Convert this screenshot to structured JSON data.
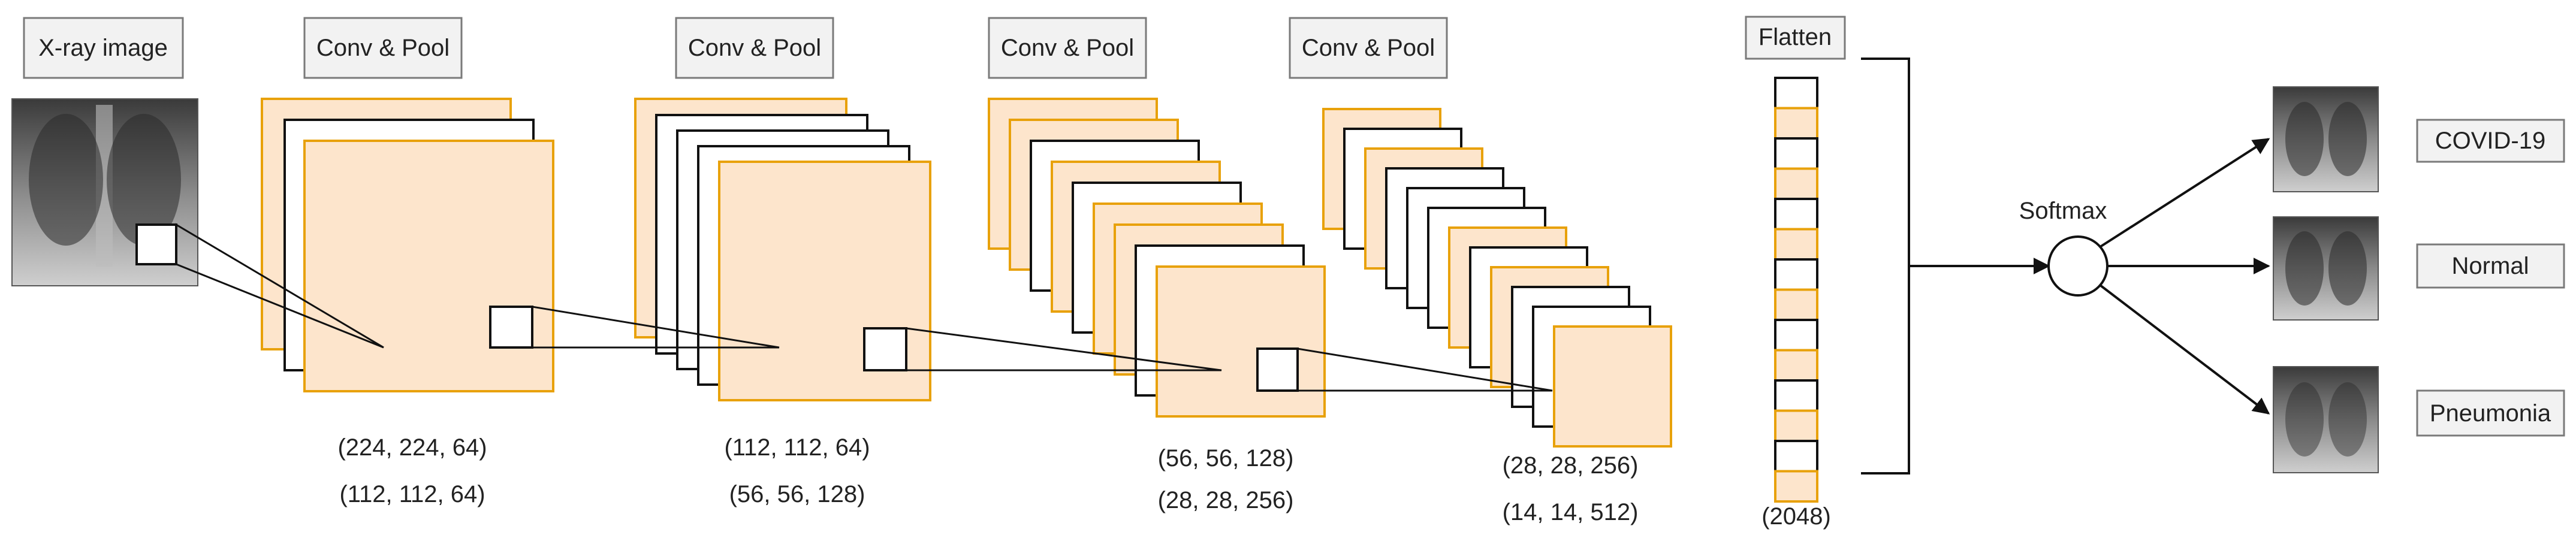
{
  "input_label": "X-ray image",
  "stages": [
    {
      "label": "Conv & Pool",
      "dims": [
        "(224, 224, 64)",
        "(112, 112, 64)"
      ]
    },
    {
      "label": "Conv & Pool",
      "dims": [
        "(112, 112, 64)",
        "(56, 56, 128)"
      ]
    },
    {
      "label": "Conv & Pool",
      "dims": [
        "(56, 56, 128)",
        "(28, 28, 256)"
      ]
    },
    {
      "label": "Conv & Pool",
      "dims": [
        "(28, 28, 256)",
        "(14, 14, 512)"
      ]
    }
  ],
  "flatten": {
    "label": "Flatten",
    "size": "(2048)"
  },
  "softmax_label": "Softmax",
  "classes": [
    "COVID-19",
    "Normal",
    "Pneumonia"
  ],
  "colors": {
    "fill": "#fde5cc",
    "orange_stroke": "#e8a10a",
    "black_stroke": "#111111",
    "label_box": "#f2f2f2"
  }
}
